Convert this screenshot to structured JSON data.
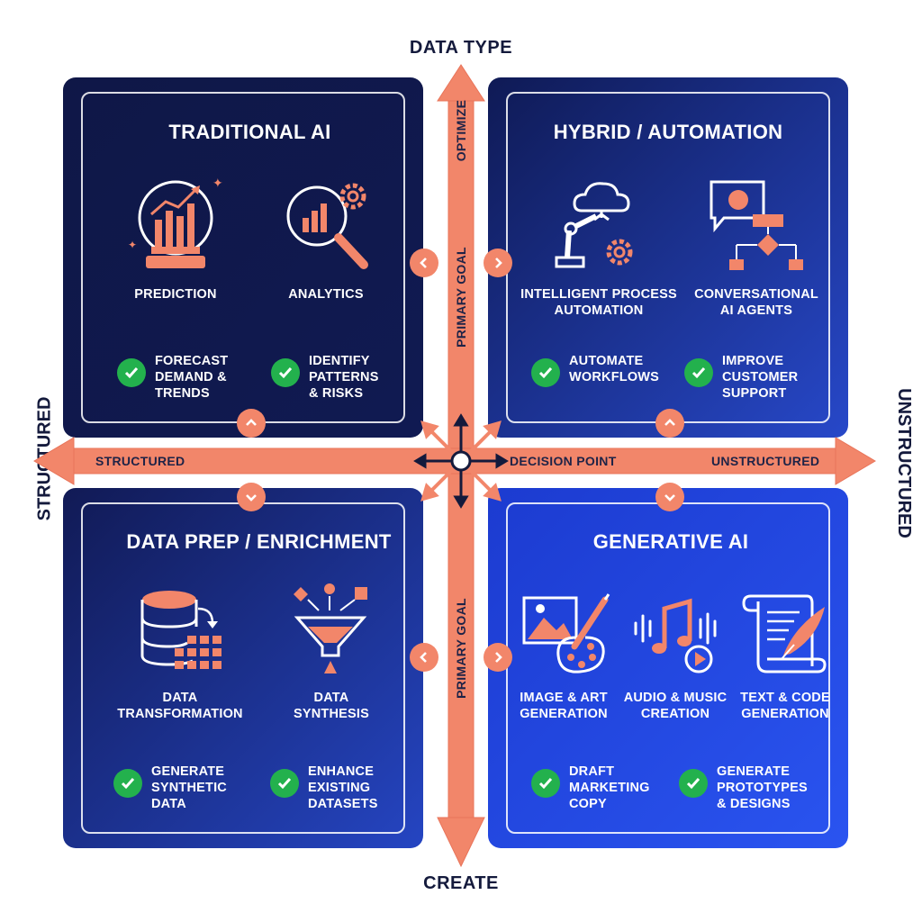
{
  "axes": {
    "top": "DATA TYPE",
    "bottom": "CREATE",
    "left_side": "STRUCTURED",
    "right_side": "UNSTRUCTURED",
    "h_left": "STRUCTURED",
    "h_center": "DECISION POINT",
    "h_right": "UNSTRUCTURED",
    "v_top_optimize": "OPTIMIZE",
    "v_top_goal": "PRIMARY GOAL",
    "v_bottom_goal": "PRIMARY GOAL"
  },
  "colors": {
    "navy": "#0f1747",
    "blue": "#2a54f0",
    "accent": "#f2866a",
    "check": "#23b14d"
  },
  "quadrants": {
    "top_left": {
      "title": "TRADITIONAL AI",
      "items": [
        {
          "label": "PREDICTION",
          "icon": "crystal-ball-chart-icon"
        },
        {
          "label": "ANALYTICS",
          "icon": "magnifier-chart-gear-icon"
        }
      ],
      "bullets": [
        {
          "lines": [
            "FORECAST",
            "DEMAND &",
            "TRENDS"
          ]
        },
        {
          "lines": [
            "IDENTIFY",
            "PATTERNS",
            "& RISKS"
          ]
        }
      ]
    },
    "top_right": {
      "title": "HYBRID / AUTOMATION",
      "items": [
        {
          "lines": [
            "INTELLIGENT PROCESS",
            "AUTOMATION"
          ],
          "icon": "robot-arm-cloud-icon"
        },
        {
          "lines": [
            "CONVERSATIONAL",
            "AI AGENTS"
          ],
          "icon": "chat-flowchart-icon"
        }
      ],
      "bullets": [
        {
          "lines": [
            "AUTOMATE",
            "WORKFLOWS"
          ]
        },
        {
          "lines": [
            "IMPROVE",
            "CUSTOMER",
            "SUPPORT"
          ]
        }
      ]
    },
    "bottom_left": {
      "title": "DATA PREP / ENRICHMENT",
      "items": [
        {
          "lines": [
            "DATA",
            "TRANSFORMATION"
          ],
          "icon": "database-grid-icon"
        },
        {
          "lines": [
            "DATA",
            "SYNTHESIS"
          ],
          "icon": "funnel-icon"
        }
      ],
      "bullets": [
        {
          "lines": [
            "GENERATE",
            "SYNTHETIC",
            "DATA"
          ]
        },
        {
          "lines": [
            "ENHANCE",
            "EXISTING",
            "DATASETS"
          ]
        }
      ]
    },
    "bottom_right": {
      "title": "GENERATIVE AI",
      "items": [
        {
          "lines": [
            "IMAGE & ART",
            "GENERATION"
          ],
          "icon": "image-palette-icon"
        },
        {
          "lines": [
            "AUDIO & MUSIC",
            "CREATION"
          ],
          "icon": "music-note-play-icon"
        },
        {
          "lines": [
            "TEXT & CODE",
            "GENERATION"
          ],
          "icon": "scroll-quill-icon"
        }
      ],
      "bullets": [
        {
          "lines": [
            "DRAFT",
            "MARKETING",
            "COPY"
          ]
        },
        {
          "lines": [
            "GENERATE",
            "PROTOTYPES",
            "& DESIGNS"
          ]
        }
      ]
    }
  }
}
